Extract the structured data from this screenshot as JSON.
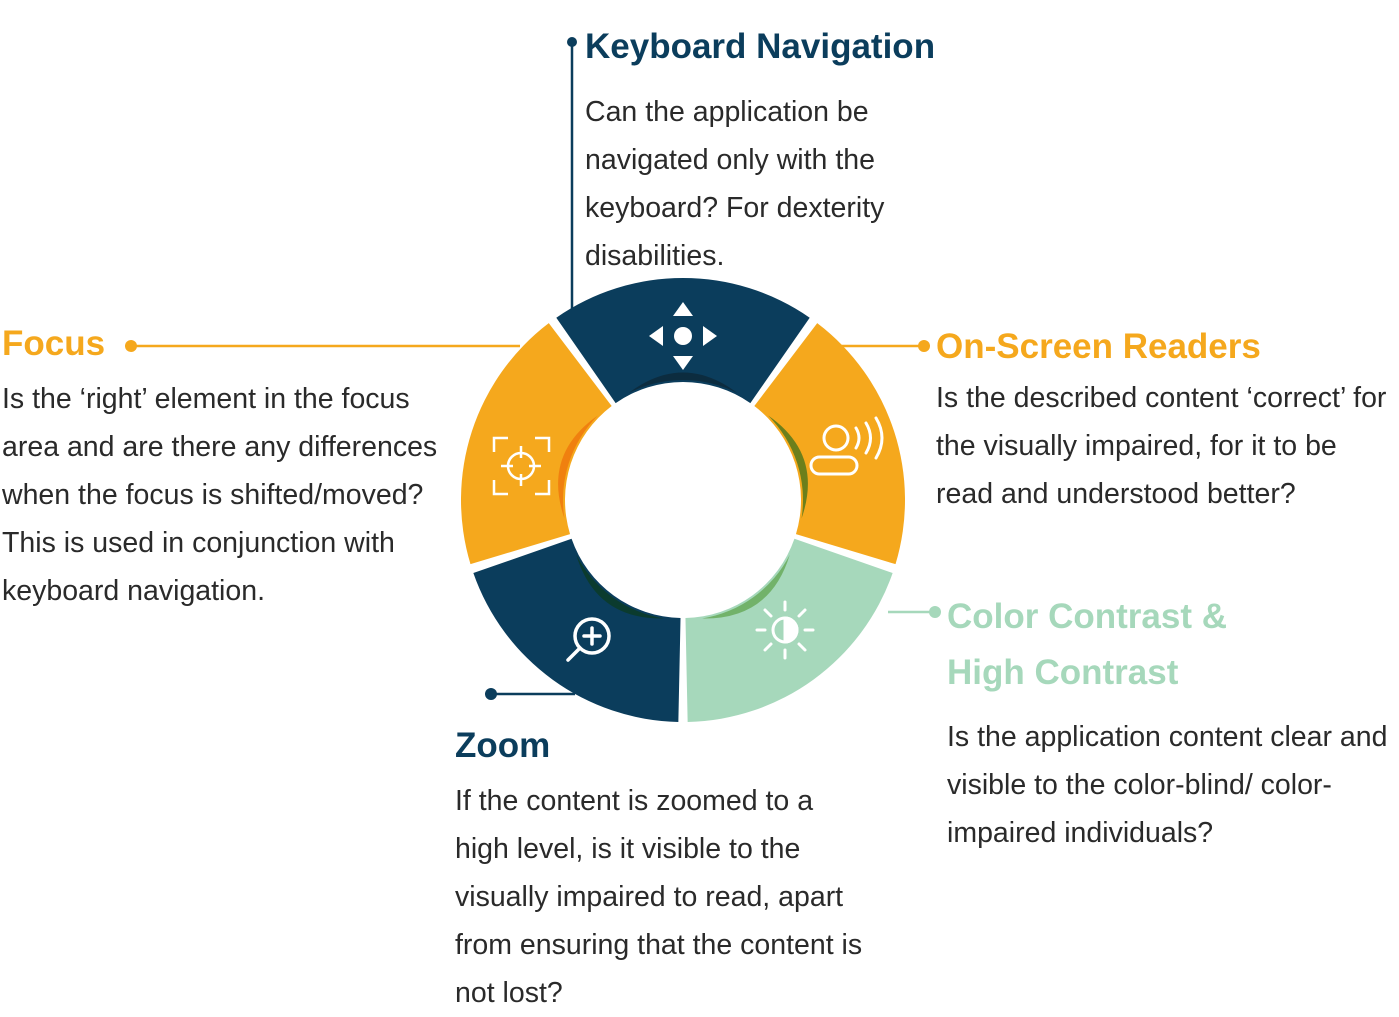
{
  "colors": {
    "navy": "#0b3d5c",
    "orange": "#f5a81d",
    "light_green": "#a6d8bb",
    "text": "#2a2a2a"
  },
  "sections": {
    "keyboard": {
      "title": "Keyboard Navigation",
      "desc": "Can the application be navigated only with the keyboard? For dexterity disabilities.",
      "icon": "arrows-move-icon",
      "color": "#0b3d5c"
    },
    "focus": {
      "title": "Focus",
      "desc": "Is the ‘right’ element in the focus area and are there any differences when the focus is shifted/moved? This is used in conjunction with keyboard navigation.",
      "icon": "focus-crosshair-icon",
      "color": "#f5a81d"
    },
    "screen_readers": {
      "title": "On-Screen Readers",
      "desc": "Is the described content ‘correct’ for the visually impaired, for it to be read and understood better?",
      "icon": "speaking-person-icon",
      "color": "#f5a81d"
    },
    "contrast": {
      "title_line1": "Color Contrast &",
      "title_line2": "High Contrast",
      "desc": "Is the application content clear and visible to the color-blind/ color-impaired individuals?",
      "icon": "contrast-sun-icon",
      "color": "#a6d8bb"
    },
    "zoom": {
      "title": "Zoom",
      "desc": "If the content is zoomed to a high level, is it visible to the visually impaired to read, apart from ensuring that the content is not lost?",
      "icon": "zoom-in-icon",
      "color": "#0b3d5c"
    }
  }
}
